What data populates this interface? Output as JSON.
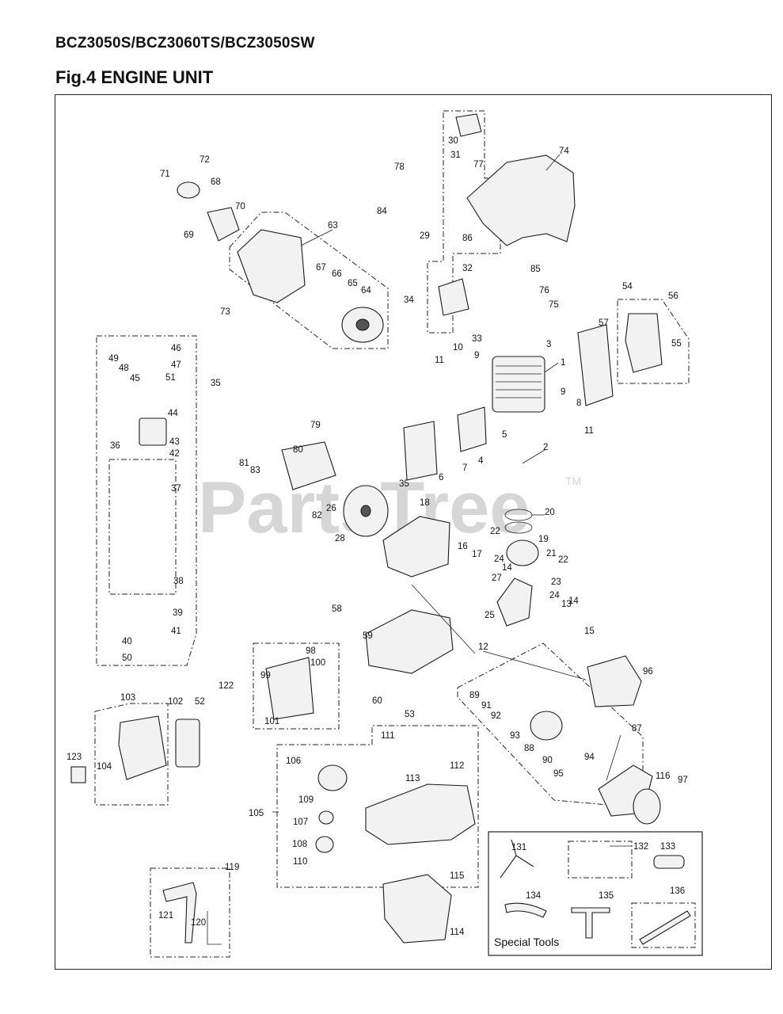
{
  "header": {
    "models": "BCZ3050S/BCZ3060TS/BCZ3050SW",
    "figure_title": "Fig.4 ENGINE UNIT"
  },
  "watermark": {
    "text": "PartsTree",
    "tm": "TM"
  },
  "special_tools": {
    "label": "Special Tools"
  },
  "callouts": [
    "1",
    "2",
    "3",
    "4",
    "5",
    "6",
    "7",
    "8",
    "9",
    "10",
    "11",
    "12",
    "13",
    "14",
    "15",
    "16",
    "17",
    "18",
    "19",
    "20",
    "21",
    "22",
    "23",
    "24",
    "25",
    "26",
    "27",
    "28",
    "29",
    "30",
    "31",
    "32",
    "33",
    "34",
    "35",
    "36",
    "37",
    "38",
    "39",
    "40",
    "41",
    "42",
    "43",
    "44",
    "45",
    "46",
    "47",
    "48",
    "49",
    "50",
    "51",
    "52",
    "53",
    "54",
    "55",
    "56",
    "57",
    "58",
    "59",
    "60",
    "63",
    "64",
    "65",
    "66",
    "67",
    "68",
    "69",
    "70",
    "71",
    "72",
    "73",
    "74",
    "75",
    "76",
    "77",
    "78",
    "79",
    "80",
    "81",
    "82",
    "83",
    "84",
    "85",
    "86",
    "87",
    "88",
    "89",
    "90",
    "91",
    "92",
    "93",
    "94",
    "95",
    "96",
    "97",
    "98",
    "99",
    "100",
    "101",
    "102",
    "103",
    "104",
    "105",
    "106",
    "107",
    "108",
    "109",
    "110",
    "111",
    "112",
    "113",
    "114",
    "115",
    "116",
    "119",
    "120",
    "121",
    "122",
    "123",
    "131",
    "132",
    "133",
    "134",
    "135",
    "136",
    "9",
    "11",
    "14",
    "22",
    "24",
    "35"
  ]
}
